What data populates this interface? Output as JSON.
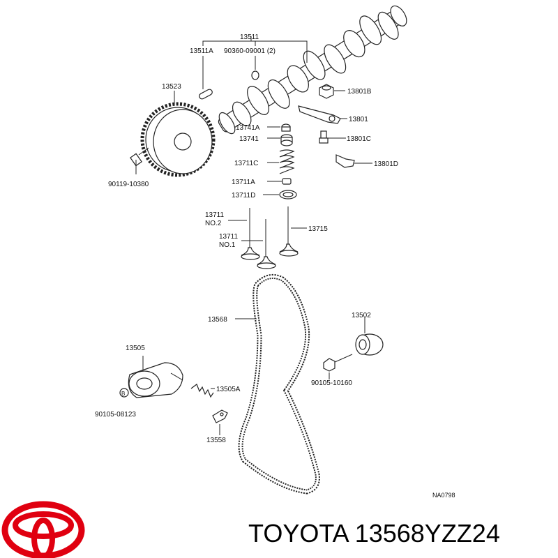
{
  "diagram": {
    "part_labels": {
      "p13511": "13511",
      "p13511a": "13511A",
      "p90360": "90360-09001 (2)",
      "p13523": "13523",
      "p13801b": "13801B",
      "p13801": "13801",
      "p13741a": "13741A",
      "p13741": "13741",
      "p13801c": "13801C",
      "p13711c": "13711C",
      "p13801d": "13801D",
      "p90119": "90119-10380",
      "p13711a": "13711A",
      "p13711d": "13711D",
      "p13711no2a": "13711",
      "p13711no2b": "NO.2",
      "p13715": "13715",
      "p13711no1a": "13711",
      "p13711no1b": "NO.1",
      "p13568": "13568",
      "p13502": "13502",
      "p13505": "13505",
      "p90105_10160": "90105-10160",
      "p13505a": "13505A",
      "p90105_08123": "90105-08123",
      "p13558": "13558"
    },
    "bolt_marker": "B",
    "drawing_code": "NA0798"
  },
  "caption": "TOYOTA 13568YZZ24",
  "brand": {
    "logo_color": "#e00010"
  }
}
